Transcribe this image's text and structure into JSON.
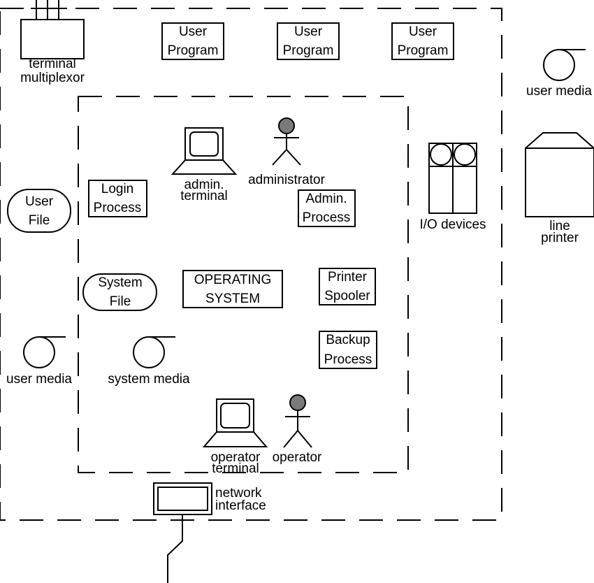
{
  "diagram": {
    "user_programs": [
      "User Program",
      "User Program",
      "User Program"
    ],
    "terminal_mux": {
      "line1": "terminal",
      "line2": "multiplexor"
    },
    "user_media_right": "user media",
    "user_media_left": "user media",
    "system_media": "system media",
    "admin_terminal": {
      "line1": "admin.",
      "line2": "terminal"
    },
    "administrator": "administrator",
    "login_process": {
      "line1": "Login",
      "line2": "Process"
    },
    "admin_process": {
      "line1": "Admin.",
      "line2": "Process"
    },
    "user_file": {
      "line1": "User",
      "line2": "File"
    },
    "system_file": {
      "line1": "System",
      "line2": "File"
    },
    "operating_system": {
      "line1": "OPERATING",
      "line2": "SYSTEM"
    },
    "printer_spooler": {
      "line1": "Printer",
      "line2": "Spooler"
    },
    "backup_process": {
      "line1": "Backup",
      "line2": "Process"
    },
    "io_devices": "I/O devices",
    "line_printer": {
      "line1": "line",
      "line2": "printer"
    },
    "operator_terminal": {
      "line1": "operator",
      "line2": "terminal"
    },
    "operator": "operator",
    "network_interface": {
      "line1": "network",
      "line2": "interface"
    },
    "actor_head_color": "#7a7a7a"
  }
}
